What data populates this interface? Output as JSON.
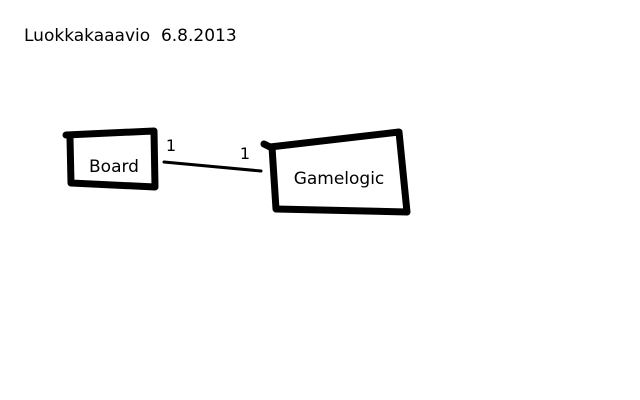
{
  "title": "Luokkakaaavio  6.8.2013",
  "classes": {
    "board": {
      "label": "Board"
    },
    "gamelogic": {
      "label": "Gamelogic"
    }
  },
  "association": {
    "board_multiplicity": "1",
    "gamelogic_multiplicity": "1"
  },
  "colors": {
    "ink": "#000000",
    "background": "#ffffff"
  }
}
